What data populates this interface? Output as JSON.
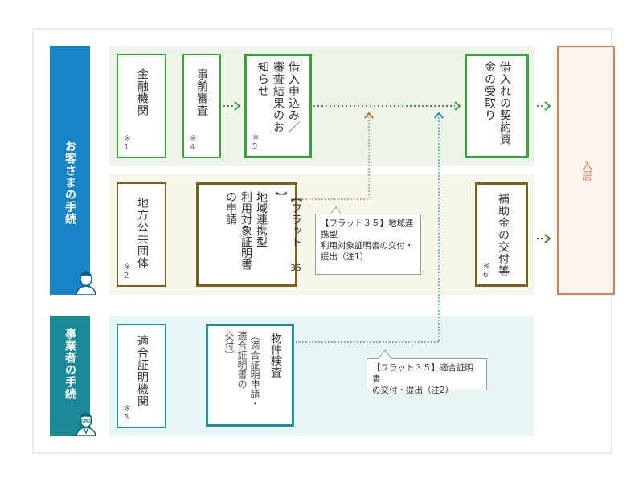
{
  "sidebars": {
    "customer": "お客さまの手続",
    "business": "事業者の手続"
  },
  "boxes": {
    "financial": {
      "main": "金融機関",
      "note_mark": "※",
      "note_num": "1"
    },
    "prior_review": {
      "main": "事前審査",
      "note_mark": "※",
      "note_num": "4"
    },
    "loan_result": {
      "main": "借入申込み／審査結果のお知らせ",
      "note_mark": "※",
      "note_num": "5"
    },
    "loan_contract": {
      "main": "借入れの契約資金の受取り"
    },
    "local_gov": {
      "main": "地方公共団体",
      "note_mark": "※",
      "note_num": "2"
    },
    "flat35_cert": {
      "bracket_open": "【",
      "title": "フラット",
      "num": "35",
      "bracket_close": "】",
      "line1": "地域連携型",
      "line2": "利用対象証明書",
      "line3": "の申請"
    },
    "subsidy": {
      "main": "補助金の交付等",
      "note_mark": "※",
      "note_num": "6"
    },
    "conformity_org": {
      "main": "適合証明機関",
      "note_mark": "※",
      "note_num": "3"
    },
    "inspection": {
      "main": "物件検査",
      "sub1": "（適合証明申請・",
      "sub2": "適合証明書の",
      "sub3": "交付）"
    }
  },
  "move_in": "入居",
  "callouts": {
    "regional": {
      "line1": "【フラット３５】地域連",
      "line2": "携型",
      "line3": "利用対象証明書の交付・",
      "line4": "提出（注1）"
    },
    "conformity": {
      "line1": "【フラット３５】適合証明書",
      "line2": "の交付・提出（注2）"
    }
  },
  "colors": {
    "customer_sidebar": "#1784c8",
    "business_sidebar": "#19899a",
    "green_border": "#37a33a",
    "brown_border": "#7d5f1c",
    "teal_border": "#1f8f9b",
    "move_in_border": "#e07a57"
  },
  "icons": [
    "person-icon",
    "person-icon"
  ]
}
